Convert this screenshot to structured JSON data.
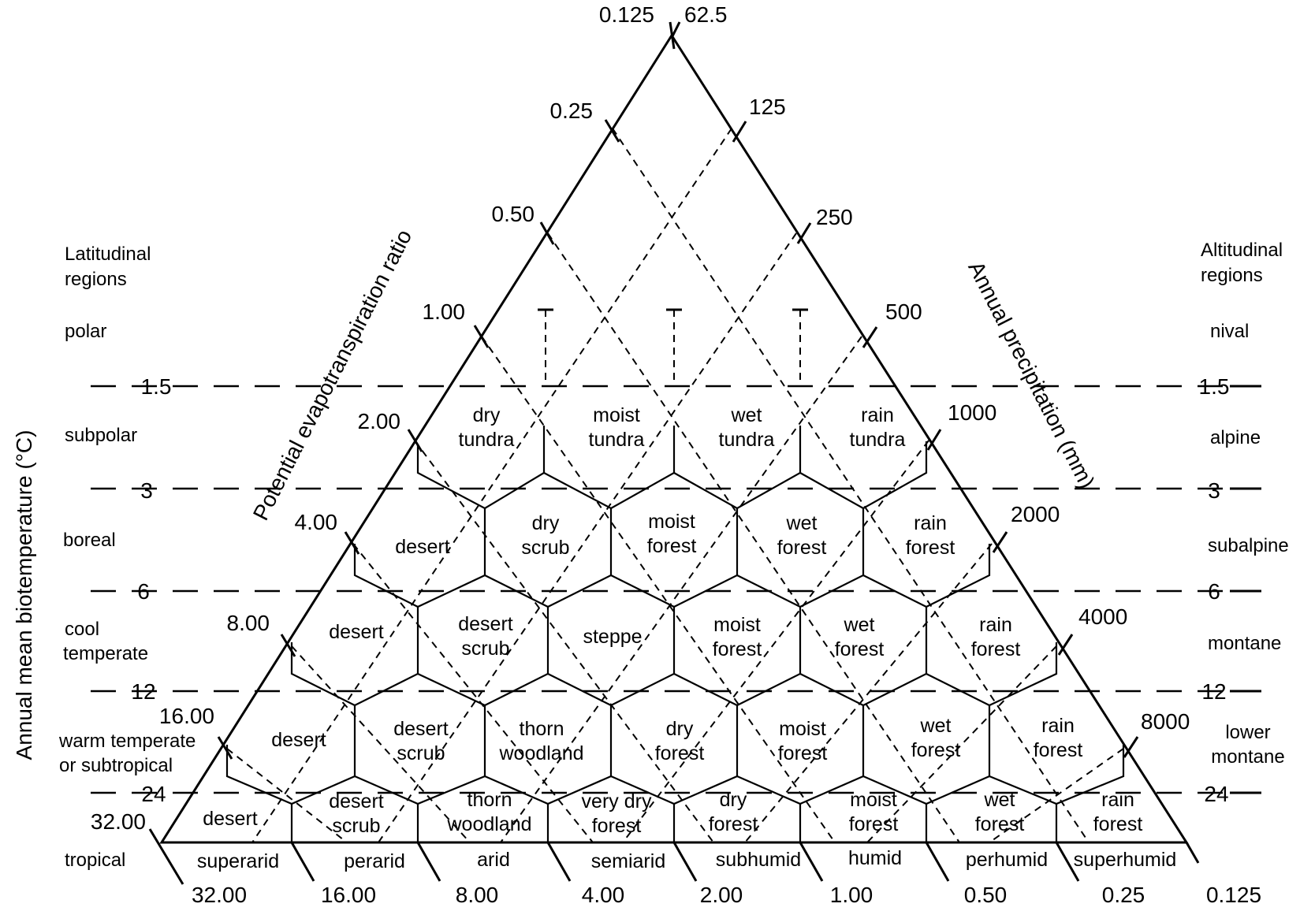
{
  "axes": {
    "left_title": "Annual mean biotemperature (°C)",
    "pet_title": "Potential evapotranspiration ratio",
    "precip_title": "Annual precipitation (mm)"
  },
  "pet_ticks": [
    "0.125",
    "0.25",
    "0.50",
    "1.00",
    "2.00",
    "4.00",
    "8.00",
    "16.00",
    "32.00"
  ],
  "precip_ticks": [
    "62.5",
    "125",
    "250",
    "500",
    "1000",
    "2000",
    "4000",
    "8000"
  ],
  "bottom_ticks": [
    "32.00",
    "16.00",
    "8.00",
    "4.00",
    "2.00",
    "1.00",
    "0.50",
    "0.25",
    "0.125"
  ],
  "humidity_provinces": [
    "superarid",
    "perarid",
    "arid",
    "semiarid",
    "subhumid",
    "humid",
    "perhumid",
    "superhumid"
  ],
  "latitudinal": {
    "title_line1": "Latitudinal",
    "title_line2": "regions",
    "regions": [
      {
        "line1": "polar",
        "line2": ""
      },
      {
        "line1": "subpolar",
        "line2": ""
      },
      {
        "line1": "boreal",
        "line2": ""
      },
      {
        "line1": "cool",
        "line2": "temperate"
      },
      {
        "line1": "warm temperate",
        "line2": "or subtropical"
      },
      {
        "line1": "tropical",
        "line2": ""
      }
    ]
  },
  "altitudinal": {
    "title_line1": "Altitudinal",
    "title_line2": "regions",
    "regions": [
      {
        "line1": "nival",
        "line2": ""
      },
      {
        "line1": "alpine",
        "line2": ""
      },
      {
        "line1": "subalpine",
        "line2": ""
      },
      {
        "line1": "montane",
        "line2": ""
      },
      {
        "line1": "lower",
        "line2": "montane"
      },
      {
        "line1": "",
        "line2": ""
      }
    ]
  },
  "temperature_lines": {
    "left": [
      "1.5",
      "3",
      "6",
      "12",
      "24"
    ],
    "right": [
      "1.5",
      "3",
      "6",
      "12",
      "24"
    ]
  },
  "zones": {
    "subpolar": [
      {
        "line1": "dry",
        "line2": "tundra"
      },
      {
        "line1": "moist",
        "line2": "tundra"
      },
      {
        "line1": "wet",
        "line2": "tundra"
      },
      {
        "line1": "rain",
        "line2": "tundra"
      }
    ],
    "boreal": [
      {
        "line1": "desert",
        "line2": ""
      },
      {
        "line1": "dry",
        "line2": "scrub"
      },
      {
        "line1": "moist",
        "line2": "forest"
      },
      {
        "line1": "wet",
        "line2": "forest"
      },
      {
        "line1": "rain",
        "line2": "forest"
      }
    ],
    "cool_temperate": [
      {
        "line1": "desert",
        "line2": ""
      },
      {
        "line1": "desert",
        "line2": "scrub"
      },
      {
        "line1": "steppe",
        "line2": ""
      },
      {
        "line1": "moist",
        "line2": "forest"
      },
      {
        "line1": "wet",
        "line2": "forest"
      },
      {
        "line1": "rain",
        "line2": "forest"
      }
    ],
    "warm_temperate": [
      {
        "line1": "desert",
        "line2": ""
      },
      {
        "line1": "desert",
        "line2": "scrub"
      },
      {
        "line1": "thorn",
        "line2": "woodland"
      },
      {
        "line1": "dry",
        "line2": "forest"
      },
      {
        "line1": "moist",
        "line2": "forest"
      },
      {
        "line1": "wet",
        "line2": "forest"
      },
      {
        "line1": "rain",
        "line2": "forest"
      }
    ],
    "tropical": [
      {
        "line1": "desert",
        "line2": ""
      },
      {
        "line1": "desert",
        "line2": "scrub"
      },
      {
        "line1": "thorn",
        "line2": "woodland"
      },
      {
        "line1": "very dry",
        "line2": "forest"
      },
      {
        "line1": "dry",
        "line2": "forest"
      },
      {
        "line1": "moist",
        "line2": "forest"
      },
      {
        "line1": "wet",
        "line2": "forest"
      },
      {
        "line1": "rain",
        "line2": "forest"
      }
    ]
  }
}
